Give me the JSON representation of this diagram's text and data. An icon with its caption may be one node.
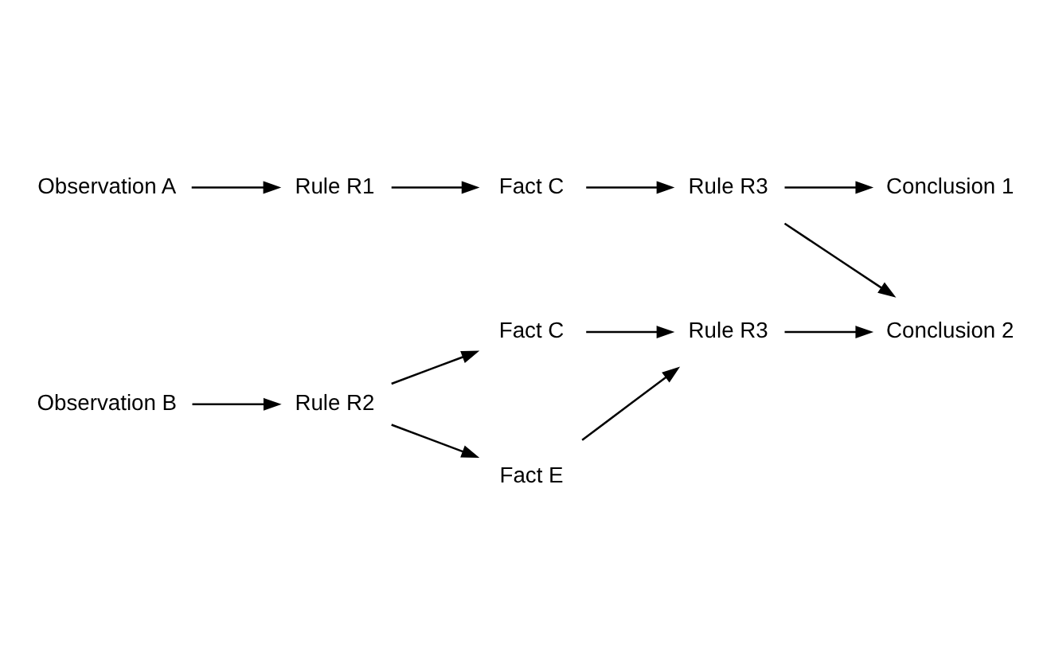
{
  "diagram": {
    "nodes": [
      {
        "text": [
          "Observation A"
        ]
      },
      {
        "text": [
          "Rule R1"
        ]
      },
      {
        "text": [
          "Fact C"
        ]
      },
      {
        "text": [
          "Conclusion 1"
        ]
      },
      {
        "text": [
          "Rule R3"
        ]
      },
      {
        "text": [
          "Observation B"
        ]
      },
      {
        "text": [
          "Rule R2"
        ]
      },
      {
        "text": [
          "Fact C"
        ]
      },
      {
        "text": [
          "Conclusion 2"
        ]
      },
      {
        "text": [
          "Rule R3"
        ]
      },
      {
        "text": [
          "Fact E"
        ]
      }
    ],
    "edges": [
      {
        "from": 0,
        "to": 1,
        "arrow": "to"
      },
      {
        "from": 1,
        "to": 2,
        "arrow": "to"
      },
      {
        "from": 2,
        "to": 4,
        "arrow": "to"
      },
      {
        "from": 4,
        "to": 3,
        "arrow": "to"
      },
      {
        "from": 4,
        "to": 8,
        "arrow": "to"
      },
      {
        "from": 5,
        "to": 6,
        "arrow": "to"
      },
      {
        "from": 6,
        "to": 7,
        "arrow": "to"
      },
      {
        "from": 6,
        "to": 10,
        "arrow": "to"
      },
      {
        "from": 7,
        "to": 9,
        "arrow": "to"
      },
      {
        "from": 10,
        "to": 9,
        "arrow": "to"
      },
      {
        "from": 9,
        "to": 8,
        "arrow": "to"
      }
    ]
  }
}
